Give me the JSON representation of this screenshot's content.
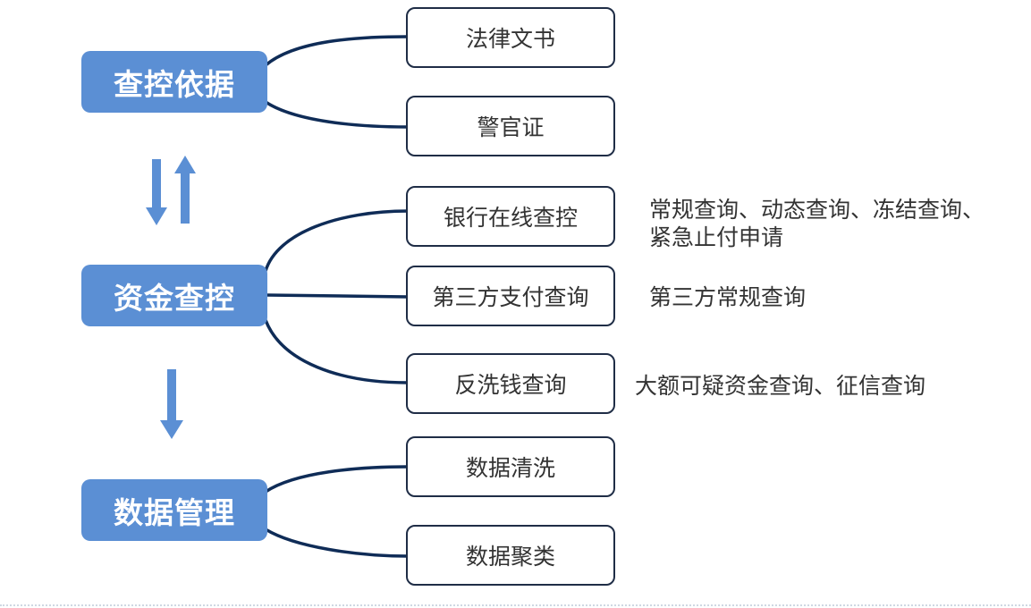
{
  "main_nodes": {
    "basis": "查控依据",
    "funds": "资金查控",
    "data": "数据管理"
  },
  "sub_nodes": {
    "legal_docs": "法律文书",
    "police_id": "警官证",
    "bank_online": "银行在线查控",
    "third_party": "第三方支付查询",
    "aml": "反洗钱查询",
    "data_cleaning": "数据清洗",
    "data_clustering": "数据聚类"
  },
  "notes": {
    "bank_online_line1": "常规查询、动态查询、冻结查询、",
    "bank_online_line2": "紧急止付申请",
    "third_party": "第三方常规查询",
    "aml": "大额可疑资金查询、征信查询"
  },
  "colors": {
    "main_node_fill": "#5b8fd4",
    "connector": "#0f2c57",
    "arrow": "#5b8fd4"
  },
  "icons": {
    "bidirectional_arrow": "up-down-arrows-icon",
    "down_arrow": "down-arrow-icon"
  }
}
